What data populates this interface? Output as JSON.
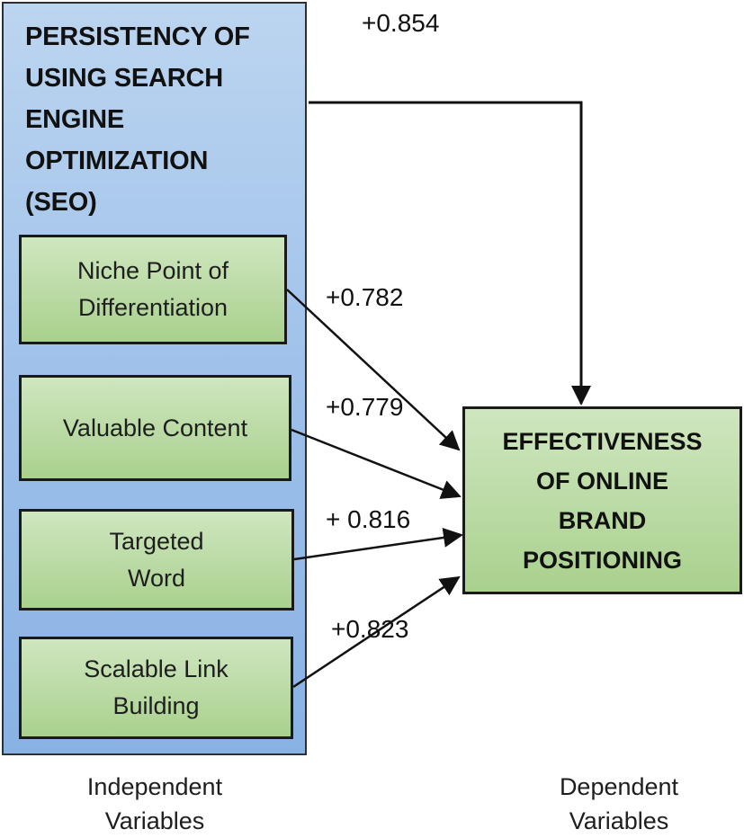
{
  "independent_construct": {
    "title": "PERSISTENCY OF\nUSING SEARCH\nENGINE\nOPTIMIZATION\n(SEO)",
    "dimensions": [
      {
        "label": "Niche Point of\nDifferentiation"
      },
      {
        "label": "Valuable Content"
      },
      {
        "label": "Targeted\nWord"
      },
      {
        "label": "Scalable Link\nBuilding"
      }
    ]
  },
  "dependent_construct": {
    "title": "EFFECTIVENESS\nOF ONLINE\nBRAND\nPOSITIONING"
  },
  "paths": [
    {
      "from": "Persistency of Using Search Engine Optimization (SEO)",
      "to": "Effectiveness of Online Brand Positioning",
      "label": "+0.854"
    },
    {
      "from": "Niche Point of Differentiation",
      "to": "Effectiveness of Online Brand Positioning",
      "label": "+0.782"
    },
    {
      "from": "Valuable Content",
      "to": "Effectiveness of Online Brand Positioning",
      "label": "+0.779"
    },
    {
      "from": "Targeted Word",
      "to": "Effectiveness of Online Brand Positioning",
      "label": "+ 0.816"
    },
    {
      "from": "Scalable Link Building",
      "to": "Effectiveness of Online Brand Positioning",
      "label": "+0.823"
    }
  ],
  "footer": {
    "independent": "Independent\nVariables",
    "dependent": "Dependent\nVariables"
  },
  "colors": {
    "outer_fill": "#9cbfe9",
    "box_fill": "#a9d18e",
    "stroke": "#111111"
  }
}
